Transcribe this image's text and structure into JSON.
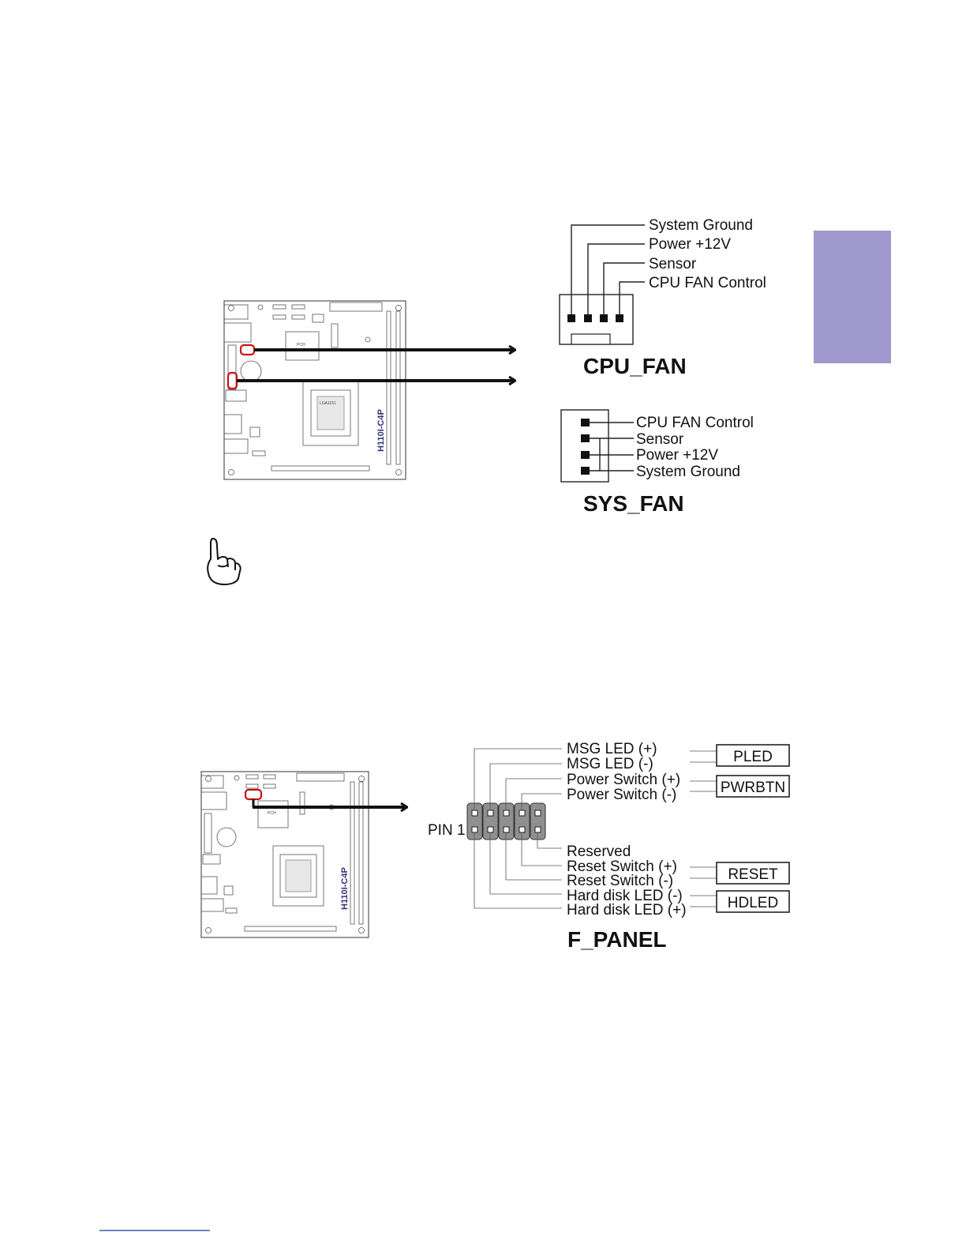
{
  "side_tab": {
    "color": "#9e98cc"
  },
  "motherboard": {
    "model": "H110I-C4P",
    "chip": "PCH",
    "socket": "LGA1151",
    "highlight_color": "#cc1111"
  },
  "cpu_fan": {
    "title": "CPU_FAN",
    "pins": [
      "System Ground",
      "Power +12V",
      "Sensor",
      "CPU FAN Control"
    ]
  },
  "sys_fan": {
    "title": "SYS_FAN",
    "pins": [
      "CPU FAN Control",
      "Sensor",
      "Power +12V",
      "System Ground"
    ]
  },
  "note": {
    "icon": "pointing-hand-icon"
  },
  "f_panel": {
    "title": "F_PANEL",
    "pin1_label": "PIN 1",
    "top_pins": [
      "MSG LED (+)",
      "MSG LED (-)",
      "Power Switch (+)",
      "Power Switch (-)"
    ],
    "bottom_pins": [
      "Reserved",
      "Reset Switch (+)",
      "Reset Switch (-)",
      "Hard disk LED (-)",
      "Hard disk LED (+)"
    ],
    "groups": [
      "PLED",
      "PWRBTN",
      "RESET",
      "HDLED"
    ]
  },
  "footer": {
    "rule": true
  }
}
